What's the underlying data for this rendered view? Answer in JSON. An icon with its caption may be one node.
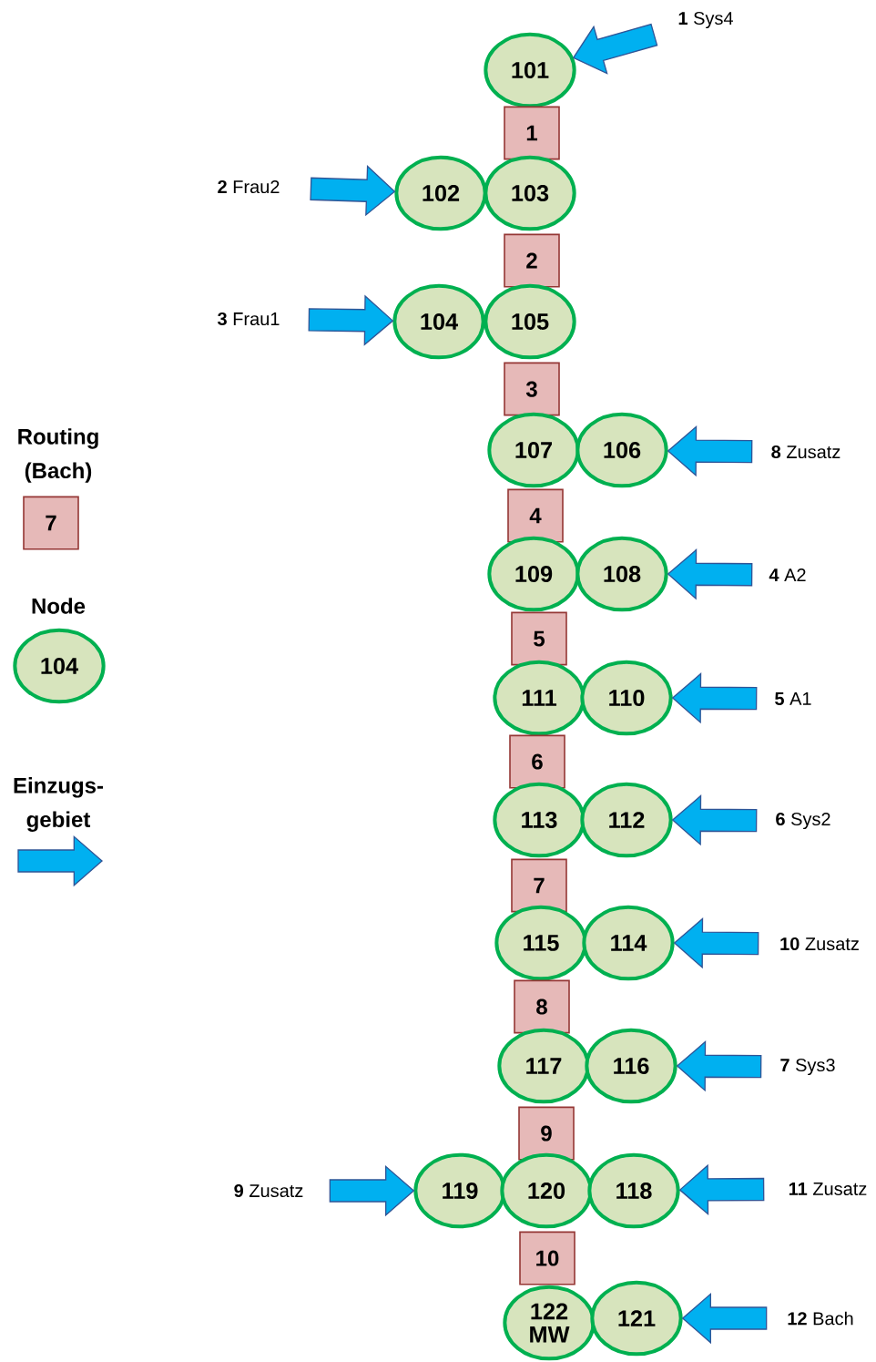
{
  "diagram": {
    "nodes": [
      {
        "text": [
          "101"
        ]
      },
      {
        "text": [
          "**1** Sys4"
        ]
      },
      {
        "text": [
          "1"
        ]
      },
      {
        "text": [
          "**2** Frau2"
        ]
      },
      {
        "text": [
          "102"
        ]
      },
      {
        "text": [
          "103"
        ]
      },
      {
        "text": [
          "2"
        ]
      },
      {
        "text": [
          "**3** Frau1"
        ]
      },
      {
        "text": [
          "104"
        ]
      },
      {
        "text": [
          "105"
        ]
      },
      {
        "text": [
          "3"
        ]
      },
      {
        "text": [
          "107"
        ]
      },
      {
        "text": [
          "106"
        ]
      },
      {
        "text": [
          "**8** Zusatz"
        ]
      },
      {
        "text": [
          "4"
        ]
      },
      {
        "text": [
          "109"
        ]
      },
      {
        "text": [
          "108"
        ]
      },
      {
        "text": [
          "**4** A2"
        ]
      },
      {
        "text": [
          "5"
        ]
      },
      {
        "text": [
          "111"
        ]
      },
      {
        "text": [
          "110"
        ]
      },
      {
        "text": [
          "**5** A1"
        ]
      },
      {
        "text": [
          "6"
        ]
      },
      {
        "text": [
          "113"
        ]
      },
      {
        "text": [
          "112"
        ]
      },
      {
        "text": [
          "**6** Sys2"
        ]
      },
      {
        "text": [
          "7"
        ]
      },
      {
        "text": [
          "115"
        ]
      },
      {
        "text": [
          "114"
        ]
      },
      {
        "text": [
          "**10** Zusatz"
        ]
      },
      {
        "text": [
          "8"
        ]
      },
      {
        "text": [
          "117"
        ]
      },
      {
        "text": [
          "116"
        ]
      },
      {
        "text": [
          "**7** Sys3"
        ]
      },
      {
        "text": [
          "9"
        ]
      },
      {
        "text": [
          "**9** Zusatz"
        ]
      },
      {
        "text": [
          "119"
        ]
      },
      {
        "text": [
          "120"
        ]
      },
      {
        "text": [
          "118"
        ]
      },
      {
        "text": [
          "**11** Zusatz"
        ]
      },
      {
        "text": [
          "10"
        ]
      },
      {
        "text": [
          "122 MW"
        ]
      },
      {
        "text": [
          "121"
        ]
      },
      {
        "text": [
          "**12** Bach"
        ]
      },
      {
        "text": [
          "7"
        ]
      },
      {
        "text": [
          "104"
        ]
      }
    ],
    "edges": [
      {
        "from": 1,
        "to": 0,
        "arrow": "to"
      },
      {
        "from": 3,
        "to": 4,
        "arrow": "to"
      },
      {
        "from": 7,
        "to": 8,
        "arrow": "to"
      },
      {
        "from": 13,
        "to": 12,
        "arrow": "to"
      },
      {
        "from": 17,
        "to": 16,
        "arrow": "to"
      },
      {
        "from": 21,
        "to": 20,
        "arrow": "to"
      },
      {
        "from": 25,
        "to": 24,
        "arrow": "to"
      },
      {
        "from": 29,
        "to": 28,
        "arrow": "to"
      },
      {
        "from": 33,
        "to": 32,
        "arrow": "to"
      },
      {
        "from": 35,
        "to": 36,
        "arrow": "to"
      },
      {
        "from": 39,
        "to": 38,
        "arrow": "to"
      },
      {
        "from": 43,
        "to": 42,
        "arrow": "to"
      }
    ],
    "legend": [
      {
        "text": "Routing (Bach)"
      },
      {
        "text": "Node"
      },
      {
        "text": "Einzugs- gebiet"
      }
    ]
  }
}
